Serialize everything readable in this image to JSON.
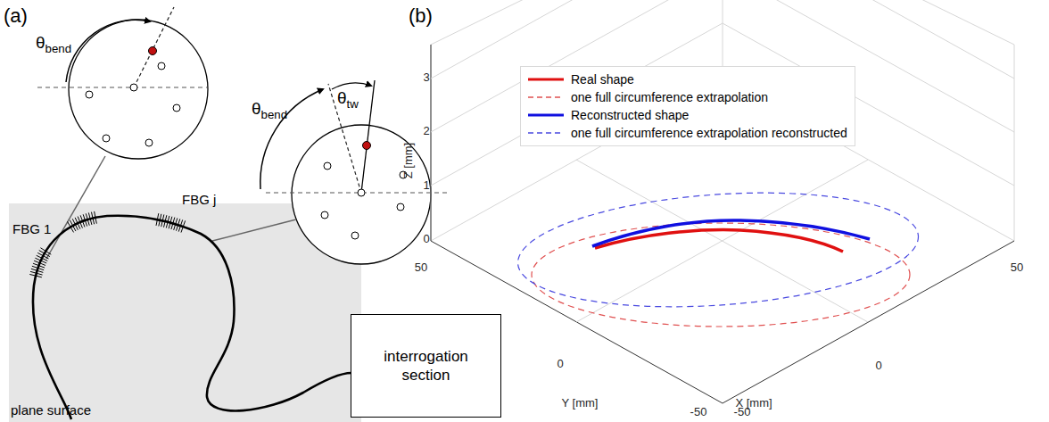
{
  "diagram": {
    "nodes": [
      {
        "text": [
          "interrogation section"
        ]
      }
    ],
    "labels": [
      "(a)",
      "θbend",
      "θbend",
      "θtw",
      "FBG 1",
      "FBG j",
      "plane surface",
      "(b)",
      "Z [mm]",
      "3",
      "2",
      "1",
      "0",
      "50",
      "0",
      "-50",
      "-50",
      "0",
      "50",
      "Y [mm]",
      "X [mm]"
    ],
    "legend": [
      {
        "text": "Real shape"
      },
      {
        "text": "one full circumference extrapolation"
      },
      {
        "text": "Reconstructed shape"
      },
      {
        "text": "one full circumference extrapolation reconstructed"
      }
    ]
  }
}
